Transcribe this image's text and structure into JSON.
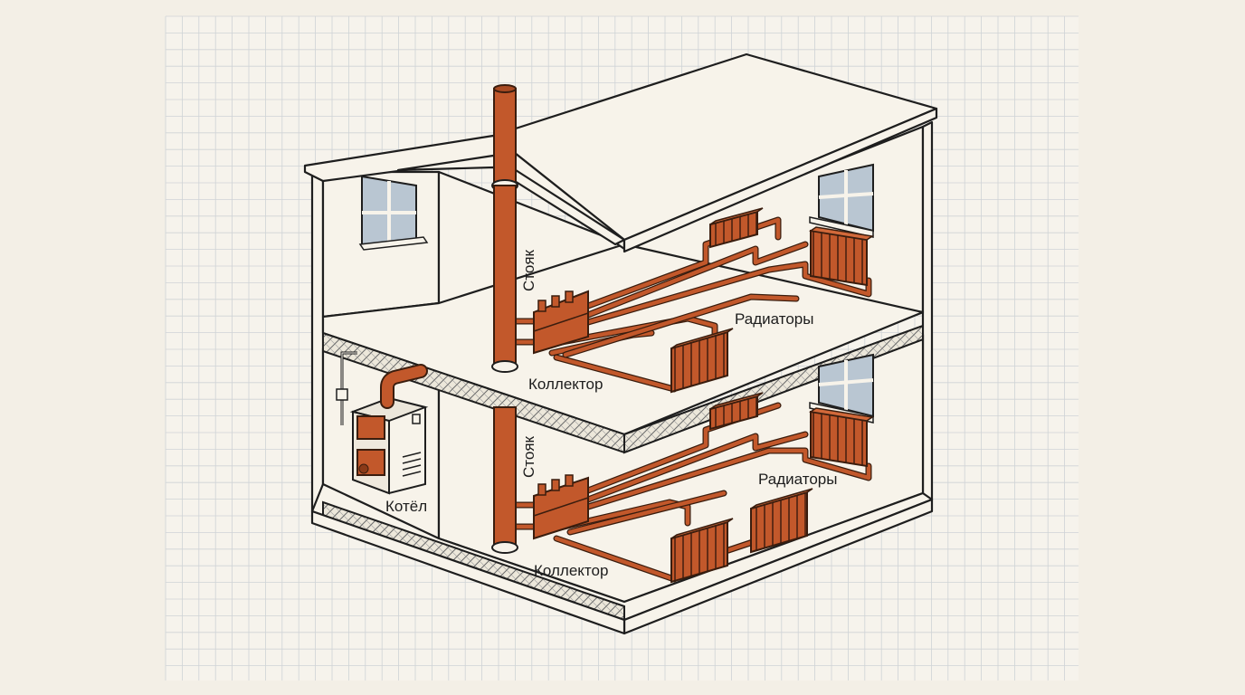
{
  "labels": {
    "riser_upper": "Стояк",
    "riser_lower": "Стояк",
    "collector_upper": "Коллектор",
    "collector_lower": "Коллектор",
    "radiators_upper": "Радиаторы",
    "radiators_lower": "Радиаторы",
    "boiler": "Котёл"
  },
  "colors": {
    "background": "#f3efe6",
    "grid": "#cfd3d6",
    "pipe": "#c2582b",
    "pipe_outline": "#3a1d0e",
    "wall": "#f7f3ea",
    "window_glass": "#b9c6d2",
    "insulation": "#e9e4d8",
    "outline": "#1e1e1e"
  }
}
